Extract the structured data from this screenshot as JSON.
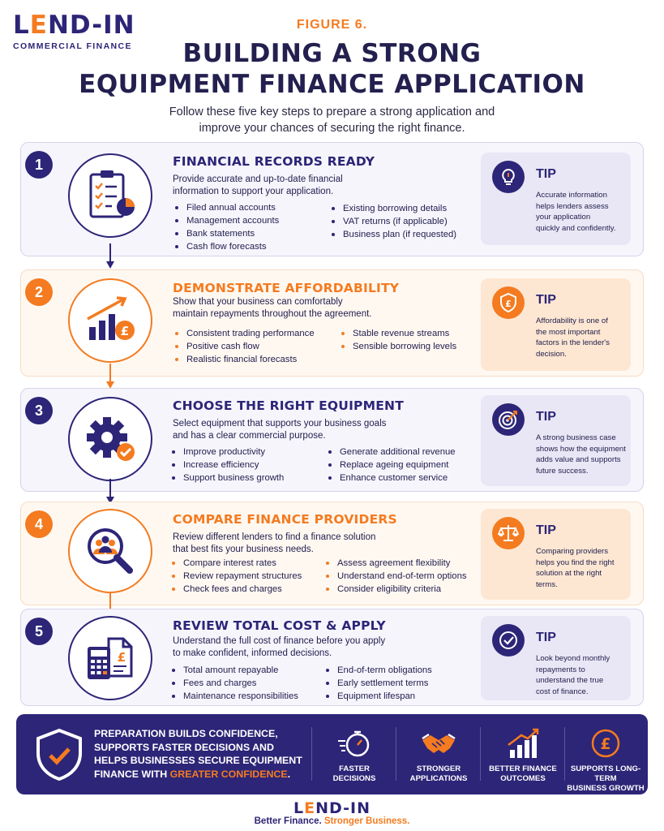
{
  "header": {
    "logo_left": "L",
    "logo_mid": "E",
    "logo_right": "ND-IN",
    "logo_sub": "COMMERCIAL FINANCE",
    "figure": "FIGURE 6.",
    "title_line1": "BUILDING A STRONG",
    "title_line2": "EQUIPMENT FINANCE APPLICATION",
    "subtitle_line1": "Follow these five key steps to prepare a strong application and",
    "subtitle_line2": "improve your chances of securing the right finance."
  },
  "steps": [
    {
      "number": "1",
      "title": "FINANCIAL RECORDS READY",
      "desc_line1": "Provide accurate and up-to-date financial",
      "desc_line2": "information to support your application.",
      "bullets_left": [
        "Filed annual accounts",
        "Management accounts",
        "Bank statements",
        "Cash flow forecasts"
      ],
      "bullets_right": [
        "Existing borrowing details",
        "VAT returns (if applicable)",
        "Business plan (if requested)"
      ],
      "tip_label": "TIP",
      "tip_lines": [
        "Accurate information",
        "helps lenders assess",
        "your application",
        "quickly and confidently."
      ]
    },
    {
      "number": "2",
      "title": "DEMONSTRATE AFFORDABILITY",
      "desc_line1": "Show that your business can comfortably",
      "desc_line2": "maintain repayments throughout the agreement.",
      "bullets_left": [
        "Consistent trading performance",
        "Positive cash flow",
        "Realistic financial forecasts"
      ],
      "bullets_right": [
        "Stable revenue streams",
        "Sensible borrowing levels"
      ],
      "tip_label": "TIP",
      "tip_lines": [
        "Affordability is one of",
        "the most important",
        "factors in the lender's",
        "decision."
      ]
    },
    {
      "number": "3",
      "title": "CHOOSE THE RIGHT EQUIPMENT",
      "desc_line1": "Select equipment that supports your business goals",
      "desc_line2": "and has a clear commercial purpose.",
      "bullets_left": [
        "Improve productivity",
        "Increase efficiency",
        "Support business growth"
      ],
      "bullets_right": [
        "Generate additional revenue",
        "Replace ageing equipment",
        "Enhance customer service"
      ],
      "tip_label": "TIP",
      "tip_lines": [
        "A strong business case",
        "shows how the equipment",
        "adds value and supports",
        "future success."
      ]
    },
    {
      "number": "4",
      "title": "COMPARE FINANCE PROVIDERS",
      "desc_line1": "Review different lenders to find a finance solution",
      "desc_line2": "that best fits your business needs.",
      "bullets_left": [
        "Compare interest rates",
        "Review repayment structures",
        "Check fees and charges"
      ],
      "bullets_right": [
        "Assess agreement flexibility",
        "Understand end-of-term options",
        "Consider eligibility criteria"
      ],
      "tip_label": "TIP",
      "tip_lines": [
        "Comparing providers",
        "helps you find the right",
        "solution at the right",
        "terms."
      ]
    },
    {
      "number": "5",
      "title": "REVIEW TOTAL COST & APPLY",
      "desc_line1": "Understand the full cost of finance before you apply",
      "desc_line2": "to make confident, informed decisions.",
      "bullets_left": [
        "Total amount repayable",
        "Fees and charges",
        "Maintenance responsibilities"
      ],
      "bullets_right": [
        "End-of-term obligations",
        "Early settlement terms",
        "Equipment lifespan"
      ],
      "tip_label": "TIP",
      "tip_lines": [
        "Look beyond monthly",
        "repayments to",
        "understand the true",
        "cost of finance."
      ]
    }
  ],
  "banner": {
    "line1": "PREPARATION BUILDS CONFIDENCE,",
    "line2": "SUPPORTS FASTER DECISIONS AND",
    "line3": "HELPS BUSINESSES SECURE EQUIPMENT",
    "line4_a": "FINANCE WITH ",
    "line4_b": "GREATER CONFIDENCE",
    "line4_c": ".",
    "stats": [
      {
        "line1": "FASTER",
        "line2": "DECISIONS"
      },
      {
        "line1": "STRONGER",
        "line2": "APPLICATIONS"
      },
      {
        "line1": "BETTER FINANCE",
        "line2": "OUTCOMES"
      },
      {
        "line1": "SUPPORTS LONG-TERM",
        "line2": "BUSINESS GROWTH"
      }
    ]
  },
  "footer": {
    "logo_left": "L",
    "logo_mid": "E",
    "logo_right": "ND-IN",
    "tag_a": "Better Finance. ",
    "tag_b": "Stronger Business."
  },
  "icons": {
    "step1": "clipboard-checklist-icon",
    "step2": "growth-chart-pound-icon",
    "step3": "gear-check-icon",
    "step4": "magnifier-people-icon",
    "step5": "calculator-document-icon",
    "tip1": "lightbulb-icon",
    "tip2": "shield-pound-icon",
    "tip3": "target-icon",
    "tip4": "scales-icon",
    "tip5": "check-circle-icon"
  },
  "colors": {
    "navy": "#2d2577",
    "orange": "#f47b20"
  }
}
